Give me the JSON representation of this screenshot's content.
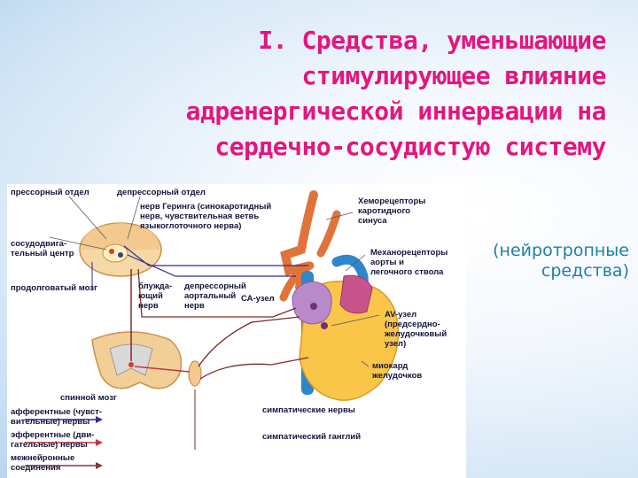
{
  "slide": {
    "title_lines": [
      "I. Средства, уменьшающие",
      "стимулирующее влияние",
      "адренергической  иннервации на",
      "сердечно-сосудистую систему"
    ],
    "subtitle_lines": [
      "(нейротропные",
      "средства)"
    ]
  },
  "diagram": {
    "labels": {
      "pressor": "прессорный отдел",
      "depressor_dept": "депрессорный отдел",
      "hering": "нерв Геринга (синокаротидный\nнерв, чувствительная ветвь\nязыкоглоточного нерва)",
      "vasomotor": "сосудодвига-\nтельный центр",
      "medulla": "продолговатый мозг",
      "vagus": "блужда-\nющий\nнерв",
      "depressor_aortic": "депрессорный\nаортальный\nнерв",
      "sa_node": "СА-узел",
      "chemoreceptors": "Хеморецепторы\nкаротидного\nсинуса",
      "mechanoreceptors": "Механорецепторы\nаорты и\nлегочного ствола",
      "av_node": "AV-узел\n(предсердно-\nжелудочковый\nузел)",
      "myocardium": "миокард\nжелудочков",
      "spinal_cord": "спинной мозг",
      "sympathetic_nerves": "симпатические нервы",
      "sympathetic_ganglion": "симпатический ганглий"
    },
    "legend": [
      {
        "label": "афферентные (чувст-\nвительные) нервы",
        "color": "#2f2f8f"
      },
      {
        "label": "эфферентные (дви-\nгательные) нервы",
        "color": "#c8323c"
      },
      {
        "label": "межнейронные\nсоединения",
        "color": "#7a3a3a"
      }
    ],
    "colors": {
      "brain": "#f3c98f",
      "artery": "#e0733a",
      "vein": "#2f86c8",
      "heart": "#f9c64a",
      "atrium": "#b98ac9",
      "nerve": "#7a2a2a"
    }
  }
}
